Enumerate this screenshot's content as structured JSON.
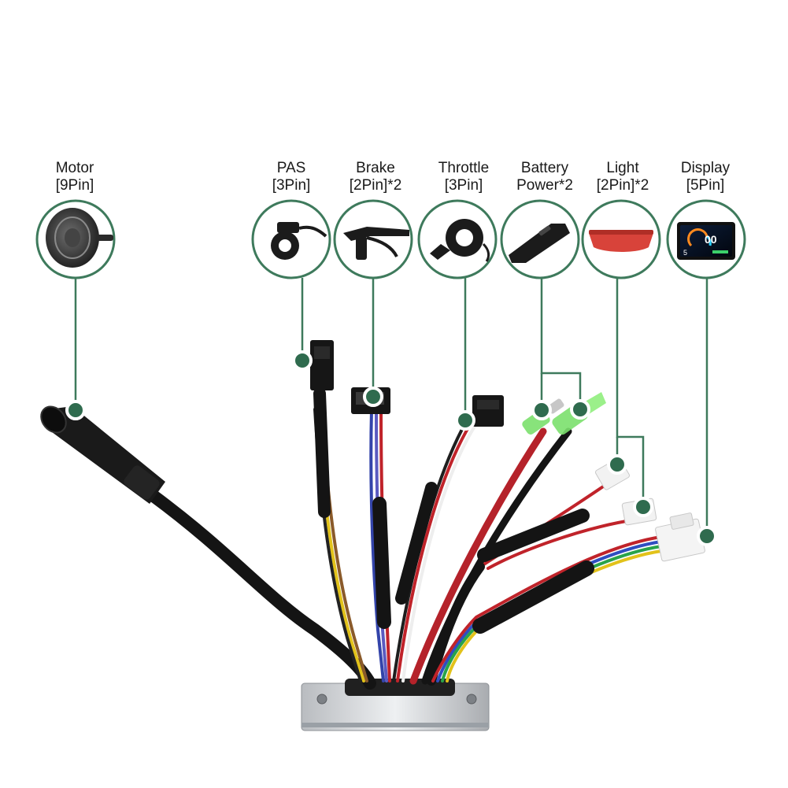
{
  "components": [
    {
      "id": "motor",
      "name": "Motor",
      "pins": "[9Pin]",
      "icon": "hub-motor-icon"
    },
    {
      "id": "pas",
      "name": "PAS",
      "pins": "[3Pin]",
      "icon": "pas-sensor-icon"
    },
    {
      "id": "brake",
      "name": "Brake",
      "pins": "[2Pin]*2",
      "icon": "brake-lever-icon"
    },
    {
      "id": "throttle",
      "name": "Throttle",
      "pins": "[3Pin]",
      "icon": "thumb-throttle-icon"
    },
    {
      "id": "battery",
      "name": "Battery",
      "pins": "Power*2",
      "icon": "battery-pack-icon"
    },
    {
      "id": "light",
      "name": "Light",
      "pins": "[2Pin]*2",
      "icon": "tail-light-icon"
    },
    {
      "id": "display",
      "name": "Display",
      "pins": "[5Pin]",
      "icon": "lcd-display-icon"
    }
  ],
  "display_screen": {
    "speed": "00",
    "small": "5"
  },
  "colors": {
    "accent": "#2f6b4e",
    "ring": "#3e7a5c",
    "cable": "#151515",
    "red_wire": "#b5222a",
    "light": "#d8433a",
    "connector_green": "#7be06d"
  }
}
